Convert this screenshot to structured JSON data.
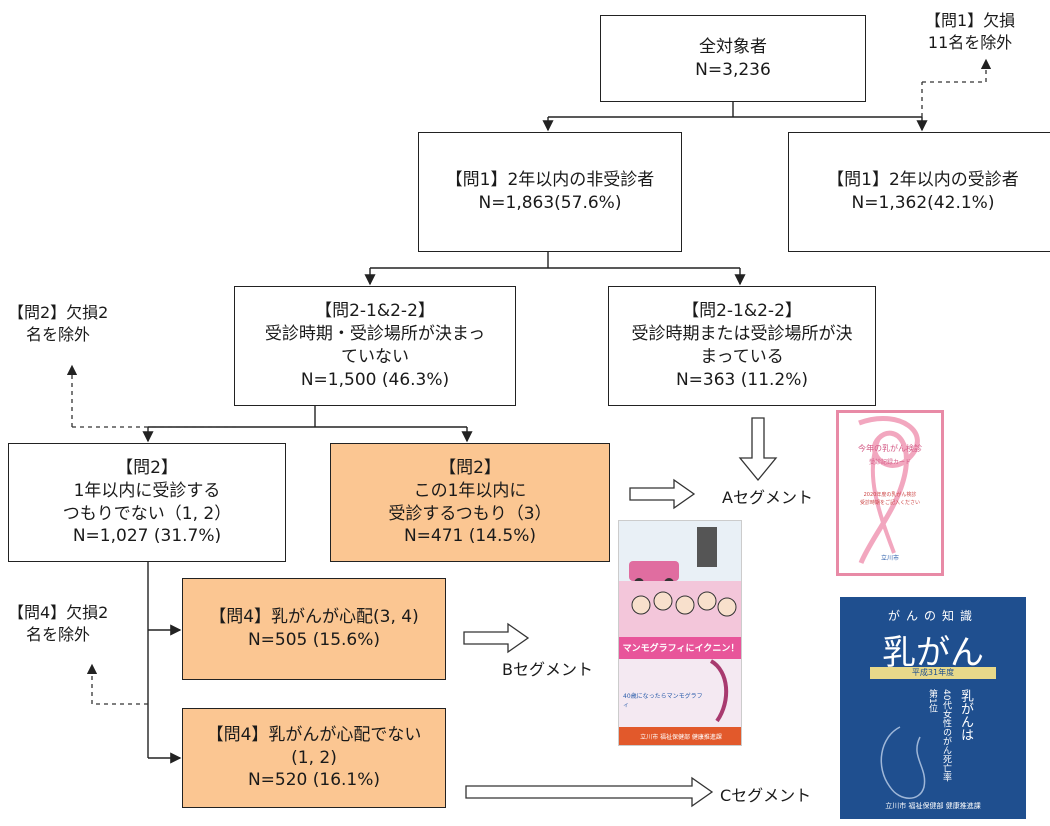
{
  "boxes": {
    "all": {
      "line1": "全対象者",
      "line2": "N=3,236"
    },
    "non_screened": {
      "line1": "【問1】2年以内の非受診者",
      "line2": "N=1,863(57.6%)"
    },
    "screened": {
      "line1": "【問1】2年以内の受診者",
      "line2": "N=1,362(42.1%)"
    },
    "undecided": {
      "line1": "【問2-1&2-2】",
      "line2": "受診時期・受診場所が決まっ",
      "line3": "ていない",
      "line4": "N=1,500 (46.3%)"
    },
    "decided": {
      "line1": "【問2-1&2-2】",
      "line2": "受診時期または受診場所が決",
      "line3": "まっている",
      "line4": "N=363 (11.2%)"
    },
    "no_intent": {
      "line1": "【問2】",
      "line2": "1年以内に受診する",
      "line3": "つもりでない（1, 2）",
      "line4": "N=1,027 (31.7%)"
    },
    "intent": {
      "line1": "【問2】",
      "line2": "この1年以内に",
      "line3": "受診するつもり（3）",
      "line4": "N=471 (14.5%)"
    },
    "worried": {
      "line1": "【問4】乳がんが心配(3, 4)",
      "line2": "N=505 (15.6%)"
    },
    "not_worried": {
      "line1": "【問4】乳がんが心配でない",
      "line2": "(1, 2)",
      "line3": "N=520 (16.1%)"
    }
  },
  "notes": {
    "q1_missing": {
      "line1": "【問1】欠損",
      "line2": "11名を除外"
    },
    "q2_missing": {
      "line1": "【問2】欠損2",
      "line2": "名を除外"
    },
    "q4_missing": {
      "line1": "【問4】欠損2",
      "line2": "名を除外"
    }
  },
  "segments": {
    "a": "Aセグメント",
    "b": "Bセグメント",
    "c": "Cセグメント"
  },
  "images": {
    "card": {
      "title": "今年の乳がん検診",
      "subtitle": "受診記録カード",
      "line1": "2020年度の乳がん検診",
      "line2": "受診時期をご記入ください",
      "footer": "立川市"
    },
    "manga": {
      "banner": "マンモグラフィにイクニン！",
      "caption": "40歳になったらマンモグラフィ",
      "footer": "立川市 福祉保健部 健康推進課"
    },
    "booklet": {
      "top": "がんの知識",
      "title": "乳がん",
      "tag": "平成31年度",
      "vertical1": "乳がんは",
      "vertical2": "40代女性のがん死亡率",
      "vertical3": "第1位",
      "footer": "立川市 福祉保健部 健康推進課"
    }
  },
  "colors": {
    "box_highlight": "#fbc692",
    "booklet_bg": "#1f4f8f",
    "card_border": "#e88aa6"
  }
}
